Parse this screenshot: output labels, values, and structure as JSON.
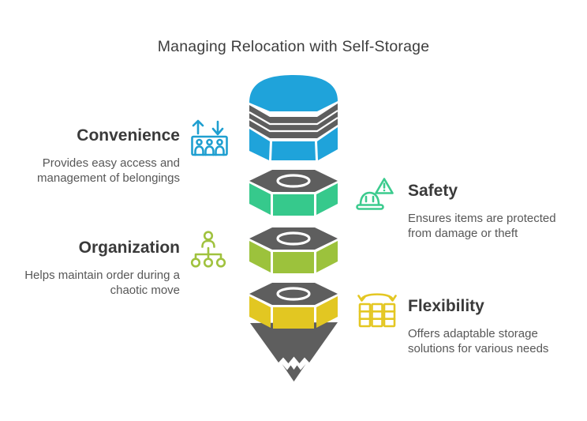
{
  "title": "Managing Relocation with Self-Storage",
  "items": [
    {
      "id": "convenience",
      "heading": "Convenience",
      "description": "Provides easy access and management of belongings",
      "icon": "elevator-icon",
      "side": "left"
    },
    {
      "id": "safety",
      "heading": "Safety",
      "description": "Ensures items are protected from damage or theft",
      "icon": "safety-helmet-warning-icon",
      "side": "right"
    },
    {
      "id": "organization",
      "heading": "Organization",
      "description": "Helps maintain order during a chaotic move",
      "icon": "org-chart-icon",
      "side": "left"
    },
    {
      "id": "flexibility",
      "heading": "Flexibility",
      "description": "Offers adaptable storage solutions for various needs",
      "icon": "storage-racks-icon",
      "side": "right"
    }
  ],
  "funnel_segments": [
    "convenience",
    "safety",
    "organization",
    "flexibility"
  ],
  "colors": {
    "funnel_blue": "#1fa3da",
    "funnel_green": "#36c98c",
    "funnel_olive": "#9cc23c",
    "funnel_yellow": "#e2c722",
    "funnel_gray": "#5e5e5e",
    "icon_blue": "#1f9fd0",
    "icon_green": "#3bcb8e",
    "icon_olive": "#a0c23e",
    "icon_yellow": "#e4c723",
    "title_text": "#3d3d3d",
    "heading_text": "#3a3a3a",
    "body_text": "#575757",
    "background": "#ffffff"
  }
}
